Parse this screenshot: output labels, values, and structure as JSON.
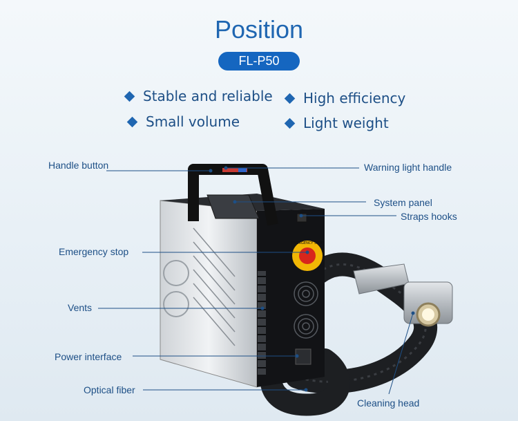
{
  "header": {
    "title": "Position",
    "model": "FL-P50"
  },
  "features": [
    "Stable and reliable",
    "High efficiency",
    "Small volume",
    "Light weight"
  ],
  "callouts": {
    "handle_button": "Handle button",
    "warning_light_handle": "Warning light handle",
    "system_panel": "System panel",
    "straps_hooks": "Straps hooks",
    "emergency_stop": "Emergency stop",
    "vents": "Vents",
    "power_interface": "Power interface",
    "optical_fiber": "Optical fiber",
    "cleaning_head": "Cleaning head"
  },
  "device": {
    "emergency_label": "EMERGENCY STOP"
  },
  "colors": {
    "accent": "#1f66b1",
    "pill": "#1566c0",
    "callout_text": "#1d4f86",
    "emergency_red": "#d8261c",
    "emergency_yellow": "#f2b705"
  }
}
